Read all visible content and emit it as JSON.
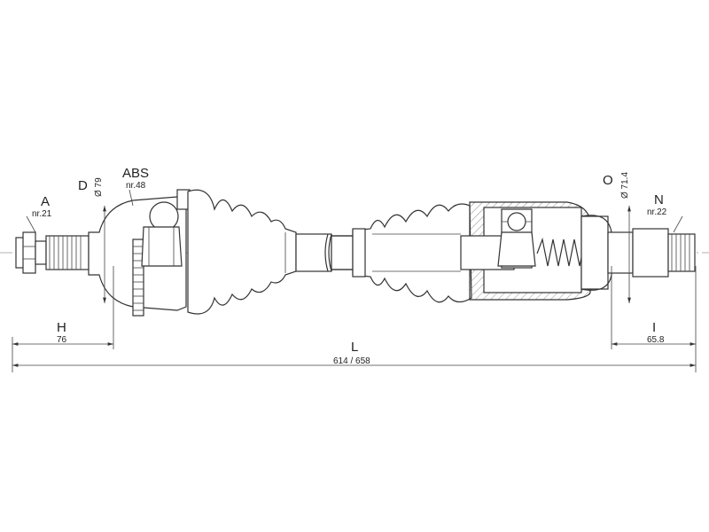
{
  "labels": {
    "A": {
      "letter": "A",
      "value": "nr.21"
    },
    "D": {
      "letter": "D",
      "value": "Ø 79"
    },
    "ABS": {
      "letter": "ABS",
      "value": "nr.48"
    },
    "H": {
      "letter": "H",
      "value": "76"
    },
    "L": {
      "letter": "L",
      "value": "614 / 658"
    },
    "O": {
      "letter": "O",
      "value": "Ø 71.4"
    },
    "N": {
      "letter": "N",
      "value": "nr.22"
    },
    "I": {
      "letter": "I",
      "value": "65.8"
    }
  },
  "colors": {
    "line": "#333333",
    "background": "#ffffff"
  }
}
